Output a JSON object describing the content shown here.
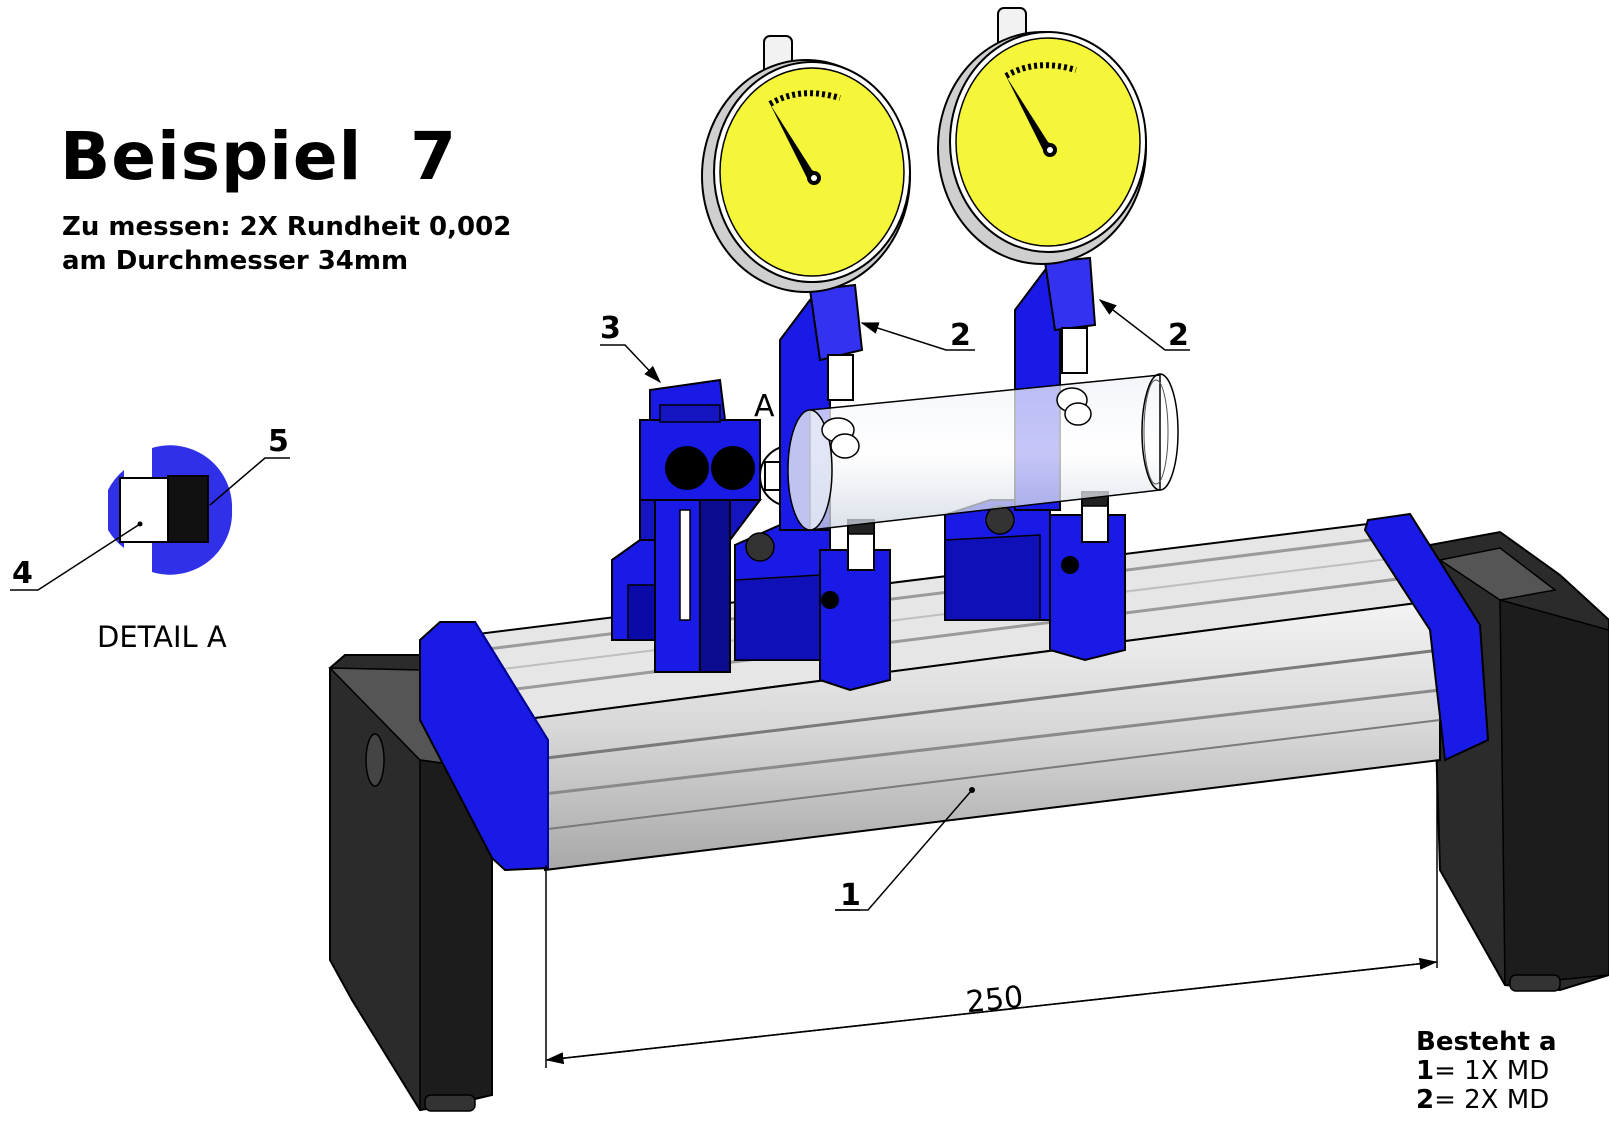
{
  "title": "Beispiel  7",
  "subtitle_line1": "Zu messen: 2X Rundheit 0,002",
  "subtitle_line2": "am Durchmesser 34mm",
  "detail_caption": "DETAIL A",
  "detail_marker": "A",
  "dimension_value": "250",
  "callouts": {
    "rail": "1",
    "gauge_left": "2",
    "gauge_right": "2",
    "clamp": "3",
    "pin": "4",
    "ring": "5"
  },
  "bom": {
    "heading": "Besteht a",
    "row1_num": "1",
    "row1_text": "= 1X MD",
    "row2_num": "2",
    "row2_text": "= 2X MD"
  },
  "colors": {
    "blue": "#1a1ae6",
    "dark": "#2a2a2a",
    "dial": "#f5f53a",
    "rail": "#dcdcdc"
  }
}
